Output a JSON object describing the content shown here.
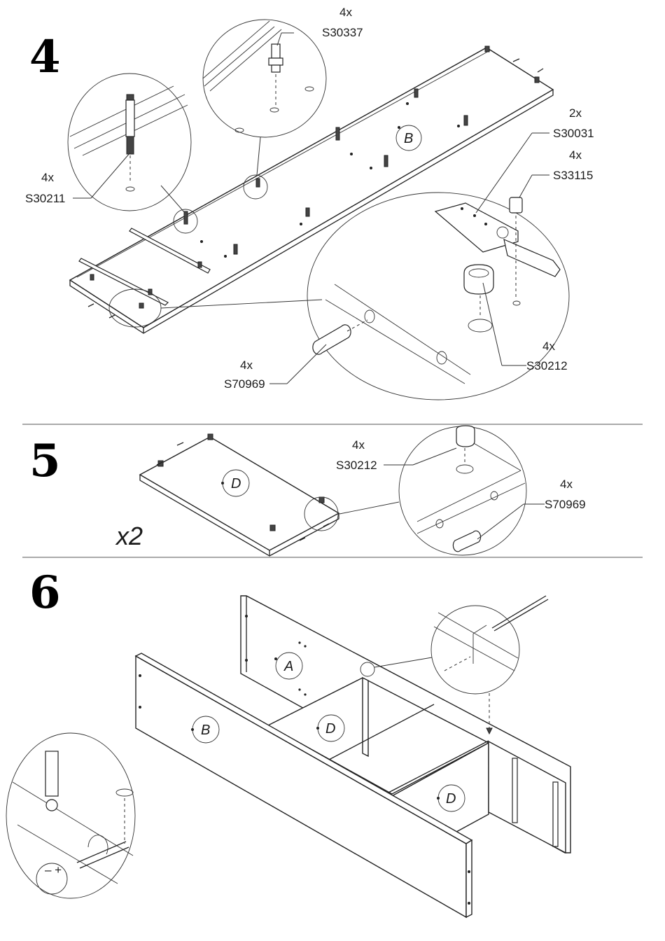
{
  "steps": [
    {
      "number": "4",
      "callouts": [
        {
          "qty": "4x",
          "code": "S30337"
        },
        {
          "qty": "4x",
          "code": "S30211"
        },
        {
          "qty": "2x",
          "code": "S30031"
        },
        {
          "qty": "4x",
          "code": "S33115"
        },
        {
          "qty": "4x",
          "code": "S30212"
        },
        {
          "qty": "4x",
          "code": "S70969"
        }
      ],
      "panel_label": "B"
    },
    {
      "number": "5",
      "callouts": [
        {
          "qty": "4x",
          "code": "S30212"
        },
        {
          "qty": "4x",
          "code": "S70969"
        }
      ],
      "panel_label": "D",
      "multiplier": "x2"
    },
    {
      "number": "6",
      "panel_labels": [
        "A",
        "B",
        "D",
        "D"
      ]
    }
  ]
}
